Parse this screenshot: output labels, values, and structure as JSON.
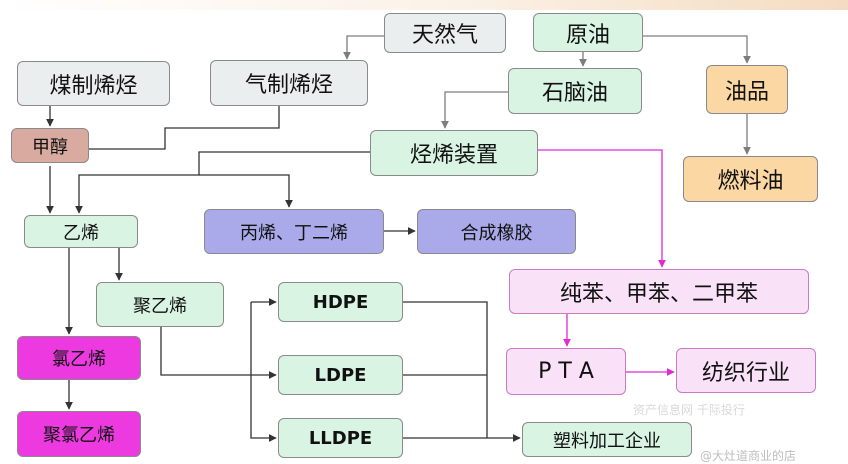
{
  "nodes": {
    "natural_gas": "天然气",
    "crude_oil": "原油",
    "coal_to_olefins": "煤制烯烃",
    "gas_to_olefins": "气制烯烃",
    "naphtha": "石脑油",
    "oil_products": "油品",
    "methanol": "甲醇",
    "cracker": "烃烯装置",
    "fuel_oil": "燃料油",
    "ethylene": "乙烯",
    "propylene_butadiene": "丙烯、丁二烯",
    "synthetic_rubber": "合成橡胶",
    "aromatics": "纯苯、甲苯、二甲苯",
    "polyethylene": "聚乙烯",
    "hdpe": "HDPE",
    "ldpe": "LDPE",
    "lldpe": "LLDPE",
    "vinyl_chloride": "氯乙烯",
    "pta": "P T A",
    "textile": "纺织行业",
    "pvc": "聚氯乙烯",
    "plastics_processing": "塑料加工企业"
  },
  "colors": {
    "gray": "#ebeeef",
    "green": "#d9f4e3",
    "orange": "#fad7a3",
    "brown": "#d9aba0",
    "purple": "#aaaaea",
    "pink": "#f9e2f7",
    "magenta": "#ec3ae0",
    "edge_gray": "#7d7d7d",
    "edge_dark": "#333333",
    "edge_magenta": "#e02bd3"
  },
  "watermark": "资产信息网 千际投行",
  "corner_mark": "@大灶道商业的店"
}
